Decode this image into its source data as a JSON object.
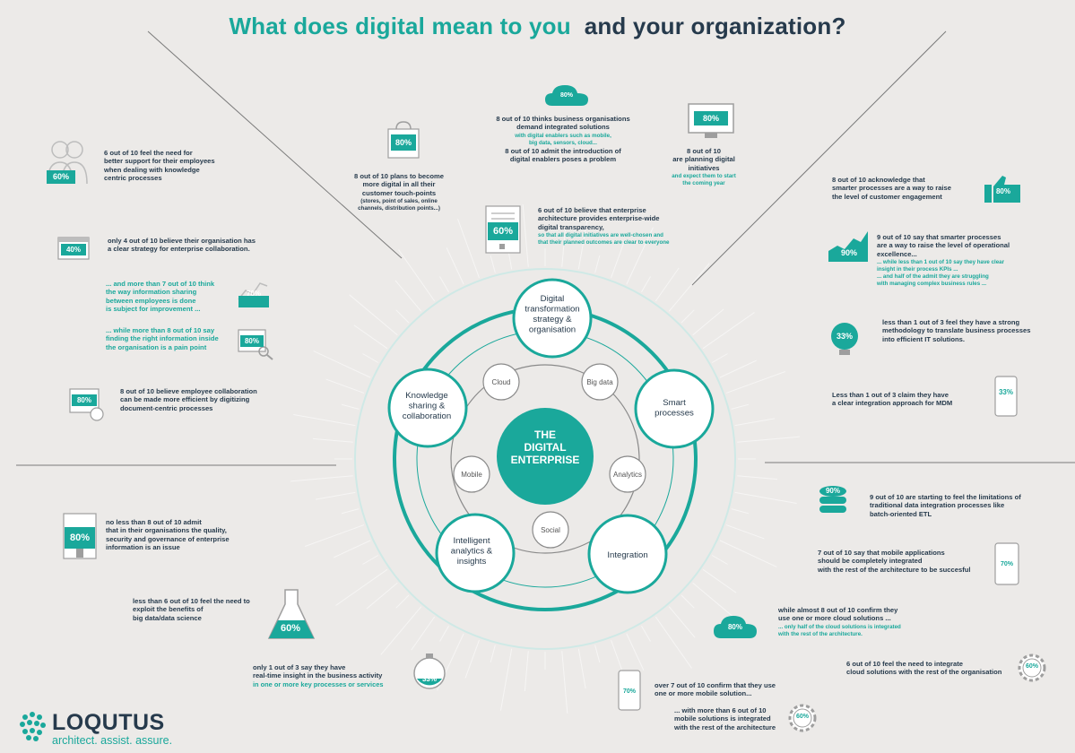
{
  "title": {
    "part1": "What does digital mean to you",
    "part2": "and your organization?"
  },
  "center": {
    "line1": "THE",
    "line2": "DIGITAL",
    "line3": "ENTERPRISE"
  },
  "pillars": [
    {
      "label": "Digital\ntransformation\nstrategy &\norganisation"
    },
    {
      "label": "Smart\nprocesses"
    },
    {
      "label": "Integration"
    },
    {
      "label": "Intelligent\nanalytics &\ninsights"
    },
    {
      "label": "Knowledge\nsharing &\ncollaboration"
    }
  ],
  "technologies": [
    "Cloud",
    "Big data",
    "Analytics",
    "Social",
    "Mobile"
  ],
  "badges": {
    "b1": "60%",
    "b2": "40%",
    "b3": "70%",
    "b4": "80%",
    "b5": "80%",
    "b6": "80%",
    "b7": "60%",
    "b8": "33%",
    "b9": "80%",
    "b10": "80%",
    "b11": "80%",
    "b12": "60%",
    "b13": "80%",
    "b14": "90%",
    "b15": "33%",
    "b16": "33%",
    "b17": "90%",
    "b18": "70%",
    "b19": "80%",
    "b20": "60%",
    "b21": "70%",
    "b22": "60%"
  },
  "stats": {
    "s1": {
      "main": "6 out of 10 feel the need for\nbetter support for their employees\nwhen dealing with knowledge\ncentric processes"
    },
    "s2": {
      "main": "only 4 out of 10 believe their organisation has\na clear strategy for enterprise collaboration."
    },
    "s3": {
      "main": "... and more than 7 out of 10 think\nthe way information sharing\nbetween employees is done\nis subject for improvement ..."
    },
    "s4": {
      "main": "... while more than 8 out of 10 say\nfinding the right information inside\nthe organisation is a pain point"
    },
    "s5": {
      "main": "8 out of 10 believe employee collaboration\ncan be made more efficient by digitizing\ndocument-centric processes"
    },
    "s6": {
      "main": "no less than 8 out of 10 admit\nthat in their organisations the quality,\nsecurity and governance of enterprise\ninformation is an issue"
    },
    "s7": {
      "main": "less than 6 out of 10 feel the need to\nexploit the benefits of\nbig data/data science"
    },
    "s8": {
      "main": "only 1 out of 3 say they have\nreal-time insight in the business activity",
      "sub": "in one or more key processes or services"
    },
    "s9": {
      "main": "8 out of 10 plans to become\nmore digital in all their\ncustomer touch-points",
      "sub": "(stores, point of sales, online\nchannels, distribution points...)"
    },
    "s10": {
      "main": "8 out of 10 thinks business organisations\ndemand integrated solutions",
      "sub": "with digital enablers such as mobile,\nbig data, sensors, cloud..."
    },
    "s10b": {
      "main": "8 out of 10 admit the introduction of\ndigital enablers poses a problem"
    },
    "s11": {
      "main": "8 out of 10\nare planning digital\ninitiatives",
      "sub": "and expect them to start\nthe coming year"
    },
    "s12": {
      "main": "6 out of 10 believe that enterprise\narchitecture provides enterprise-wide\ndigital transparency,",
      "sub": "so that all digital initiatives are well-chosen and\nthat their planned outcomes are clear to everyone"
    },
    "s13": {
      "main": "8 out of 10 acknowledge that\nsmarter processes are a way to raise\nthe level of customer engagement"
    },
    "s14": {
      "main": "9 out of 10 say that smarter processes\nare a way to raise the level of operational\nexcellence...",
      "sub": "... while less than 1 out of 10  say they have clear\n     insight in their process KPIs ...\n... and half of the admit they are struggling\n     with managing complex business rules ..."
    },
    "s15": {
      "main": "less than 1 out of 3 feel they have a strong\nmethodology to translate business processes\ninto efficient IT solutions."
    },
    "s16": {
      "main": "Less than 1 out of 3 claim they have\na clear integration approach for MDM"
    },
    "s17": {
      "main": "9 out of 10 are starting to feel the limitations of\ntraditional data integration processes like\nbatch-oriented ETL"
    },
    "s18": {
      "main": "7 out of 10 say that mobile applications\nshould be completely integrated\nwith the rest of the architecture to be succesful"
    },
    "s19": {
      "main": "while almost 8 out of 10 confirm they\nuse one or more cloud solutions ...",
      "sub": "... only half of the cloud solutions is integrated\nwith the rest of the architecture."
    },
    "s20": {
      "main": "6 out of 10 feel the need to integrate\ncloud solutions with the rest of the organisation"
    },
    "s21": {
      "main": "over 7 out of 10 confirm that they use\none or more mobile solution..."
    },
    "s22": {
      "main": "... with more than 6 out of 10\nmobile solutions is integrated\nwith the rest of the architecture"
    }
  },
  "logo": {
    "name": "LOQUTUS",
    "tagline": "architect. assist. assure."
  },
  "colors": {
    "teal": "#1aa89b",
    "navy": "#263a4c",
    "background": "#eceae8"
  }
}
